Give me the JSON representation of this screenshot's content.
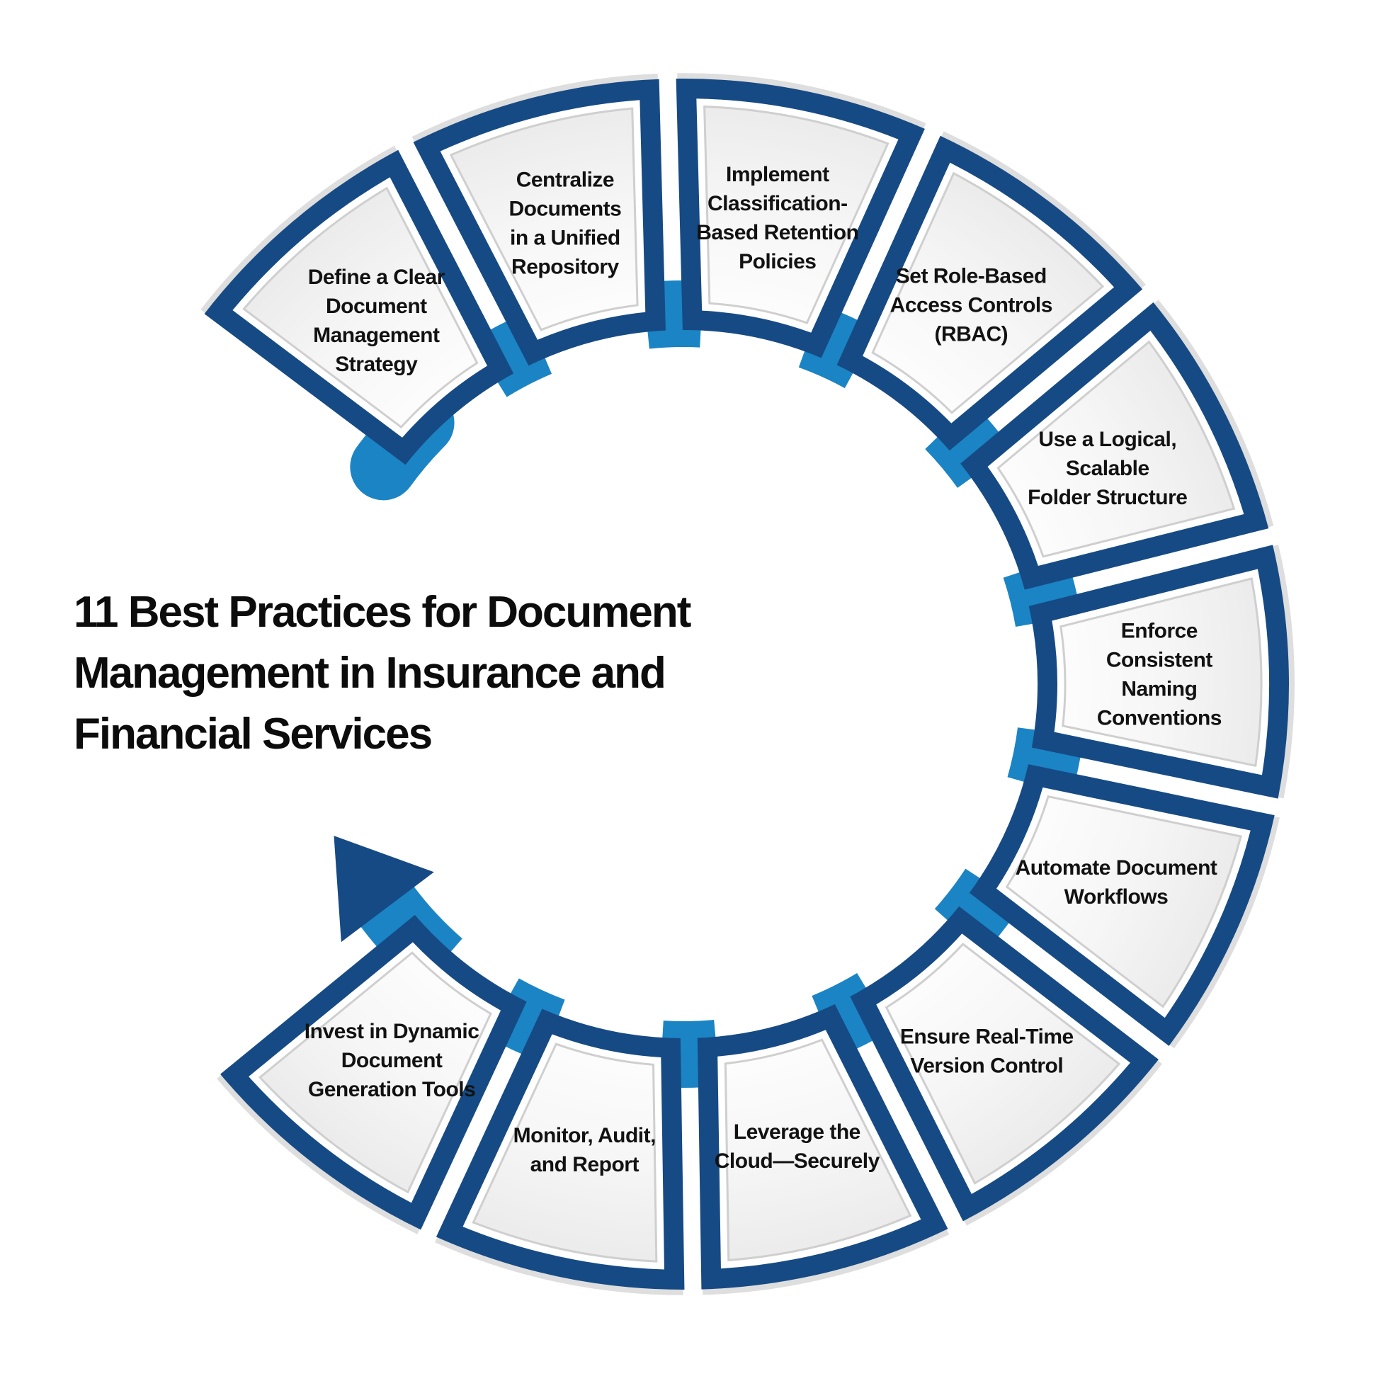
{
  "title": {
    "lines": [
      "11 Best Practices for Document",
      "Management in Insurance and",
      "Financial Services"
    ]
  },
  "diagram": {
    "type": "cycle",
    "segment_count": 11,
    "flow_direction": "clockwise",
    "segments": [
      {
        "label": "Define a Clear Document Management Strategy",
        "label_lines": [
          "Define a Clear",
          "Document",
          "Management",
          "Strategy"
        ]
      },
      {
        "label": "Centralize Documents in a Unified Repository",
        "label_lines": [
          "Centralize",
          "Documents",
          "in a Unified",
          "Repository"
        ]
      },
      {
        "label": "Implement Classification-Based Retention Policies",
        "label_lines": [
          "Implement",
          "Classification-",
          "Based Retention",
          "Policies"
        ]
      },
      {
        "label": "Set Role-Based Access Controls (RBAC)",
        "label_lines": [
          "Set Role-Based",
          "Access Controls",
          "(RBAC)"
        ]
      },
      {
        "label": "Use a Logical, Scalable Folder Structure",
        "label_lines": [
          "Use a Logical,",
          "Scalable",
          "Folder Structure"
        ]
      },
      {
        "label": "Enforce Consistent Naming Conventions",
        "label_lines": [
          "Enforce",
          "Consistent",
          "Naming",
          "Conventions"
        ]
      },
      {
        "label": "Automate Document Workflows",
        "label_lines": [
          "Automate Document",
          "Workflows"
        ]
      },
      {
        "label": "Ensure Real-Time Version Control",
        "label_lines": [
          "Ensure Real-Time",
          "Version Control"
        ]
      },
      {
        "label": "Leverage the Cloud—Securely",
        "label_lines": [
          "Leverage the",
          "Cloud—Securely"
        ]
      },
      {
        "label": "Monitor, Audit, and Report",
        "label_lines": [
          "Monitor, Audit,",
          "and Report"
        ]
      },
      {
        "label": "Invest in Dynamic Document Generation Tools",
        "label_lines": [
          "Invest in Dynamic",
          "Document",
          "Generation Tools"
        ]
      }
    ]
  },
  "colors": {
    "navy": "#164a84",
    "accent_blue": "#1b84c4",
    "panel_edge": "#cfcfcf",
    "panel_light": "#ffffff",
    "panel_dark": "#e5e5e5",
    "label_text": "#121212",
    "title_text": "#0c0c0c",
    "background": "#ffffff"
  }
}
